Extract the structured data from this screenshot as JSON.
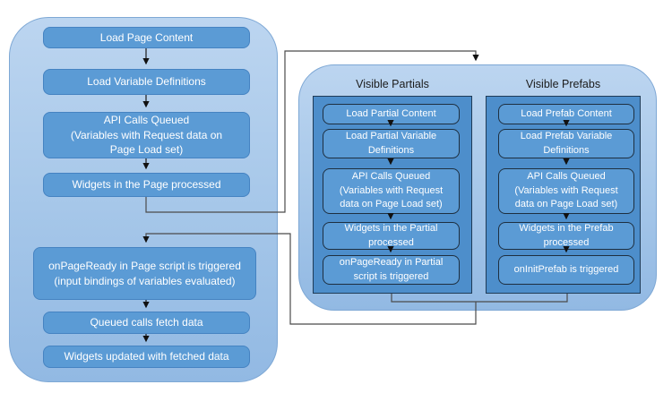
{
  "diagram": {
    "page_panel": {
      "boxes": [
        "Load Page Content",
        "Load Variable Definitions",
        "API Calls Queued\n(Variables with Request data on\nPage Load set)",
        "Widgets in the Page processed",
        "onPageReady in Page script is triggered\n(input bindings of variables evaluated)",
        "Queued calls fetch data",
        "Widgets updated with fetched data"
      ]
    },
    "partials_panel": {
      "title": "Visible Partials",
      "boxes": [
        "Load Partial Content",
        "Load Partial Variable\nDefinitions",
        "API Calls Queued\n(Variables with Request\ndata on Page Load set)",
        "Widgets in the Partial\nprocessed",
        "onPageReady in Partial\nscript is triggered"
      ]
    },
    "prefabs_panel": {
      "title": "Visible Prefabs",
      "boxes": [
        "Load Prefab Content",
        "Load Prefab Variable\nDefinitions",
        "API Calls Queued\n(Variables with Request\ndata on Page Load set)",
        "Widgets in the Prefab\nprocessed",
        "onInitPrefab is triggered"
      ]
    },
    "colors": {
      "outer_panel_top": "#bcd5f0",
      "outer_panel_bottom": "#92b9e3",
      "inner_panel_fill": "#4d8ecb",
      "box_fill": "#5b9bd5",
      "box_text": "#ffffff",
      "connector_line": "#4b4b4b",
      "title_text": "#1b1b1b"
    }
  }
}
